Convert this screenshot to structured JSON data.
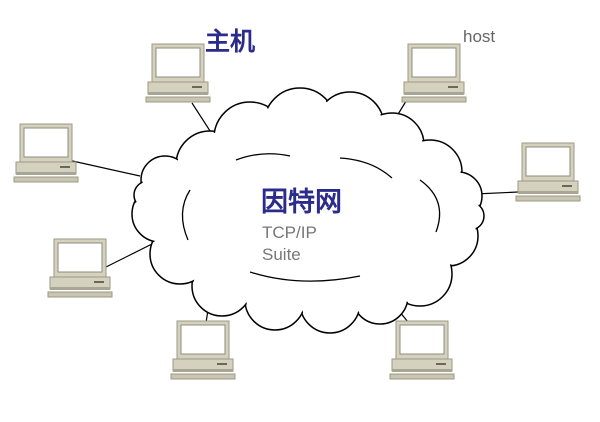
{
  "labels": {
    "host_zh": "主机",
    "host_en": "host",
    "internet_zh": "因特网",
    "protocol_line1": "TCP/IP",
    "protocol_line2": "Suite"
  },
  "colors": {
    "title_blue": "#2b2b8c",
    "text_gray": "#777777",
    "computer_body": "#d4d2be",
    "computer_shadow": "#a8a692",
    "screen": "#ffffff",
    "line": "#000000"
  },
  "diagram": {
    "nodes": [
      {
        "id": "computer-top-left"
      },
      {
        "id": "computer-top-right"
      },
      {
        "id": "computer-left-upper"
      },
      {
        "id": "computer-right"
      },
      {
        "id": "computer-left-lower"
      },
      {
        "id": "computer-bottom-left"
      },
      {
        "id": "computer-bottom-right"
      }
    ],
    "center": "internet-cloud"
  }
}
